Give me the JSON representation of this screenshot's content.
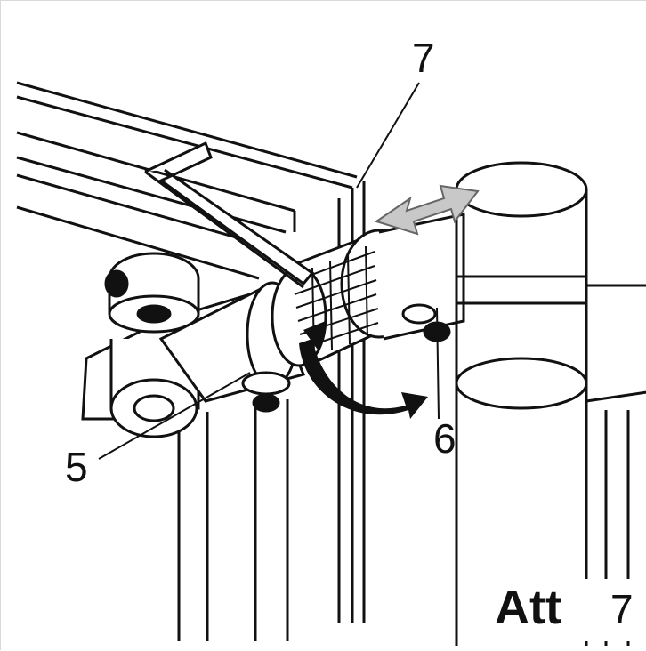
{
  "callouts": {
    "seven": "7",
    "six": "6",
    "five": "5"
  },
  "figure_label": {
    "prefix": "Att",
    "number": "7"
  },
  "colors": {
    "line": "#111111",
    "double_arrow": "#c8c8c8",
    "background": "#ffffff"
  }
}
